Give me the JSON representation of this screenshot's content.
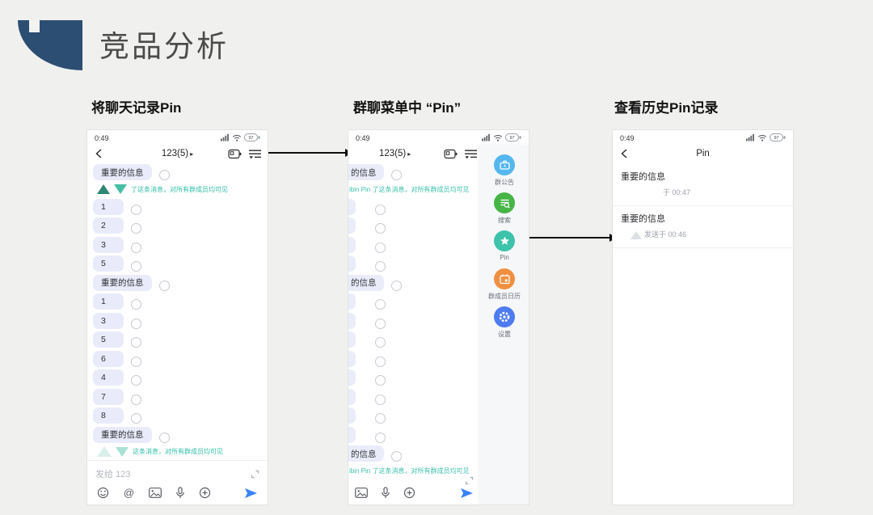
{
  "slide": {
    "title": "竞品分析"
  },
  "captions": {
    "c1": "将聊天记录Pin",
    "c2": "群聊菜单中 “Pin”",
    "c3": "查看历史Pin记录"
  },
  "status": {
    "time": "0:49",
    "battery": "97"
  },
  "colors": {
    "logo": "#2c4e72",
    "bubble": "#e9ebfa",
    "system_teal": "#2fbda7",
    "send_blue": "#3b82f6",
    "menu_announcement": "#54b7f0",
    "menu_search": "#47b546",
    "menu_pin": "#3ec3ab",
    "menu_calendar": "#f08f41",
    "menu_settings": "#4d7bf0"
  },
  "phone1": {
    "nav": {
      "title": "123(5)",
      "caret": "▸"
    },
    "rows": [
      {
        "t": "bubble",
        "text": "重要的信息"
      },
      {
        "t": "system",
        "text": "了这条消息，对所有群成员均可见",
        "av": "dark"
      },
      {
        "t": "bubble",
        "text": "1"
      },
      {
        "t": "bubble",
        "text": "2"
      },
      {
        "t": "bubble",
        "text": "3"
      },
      {
        "t": "bubble",
        "text": "5"
      },
      {
        "t": "bubble",
        "text": "重要的信息"
      },
      {
        "t": "bubble",
        "text": "1"
      },
      {
        "t": "bubble",
        "text": "3"
      },
      {
        "t": "bubble",
        "text": "5"
      },
      {
        "t": "bubble",
        "text": "6"
      },
      {
        "t": "bubble",
        "text": "4"
      },
      {
        "t": "bubble",
        "text": "7"
      },
      {
        "t": "bubble",
        "text": "8"
      },
      {
        "t": "bubble",
        "text": "重要的信息"
      },
      {
        "t": "system",
        "text": "这条消息，对所有群成员均可见",
        "av": "faded"
      }
    ],
    "input_placeholder": "发给 123",
    "toolbar": [
      "smiley",
      "at",
      "image",
      "mic",
      "plus"
    ]
  },
  "phone2": {
    "nav": {
      "title": "123(5)",
      "caret": "▸"
    },
    "rows": [
      {
        "t": "cut",
        "text": "的信息"
      },
      {
        "t": "system",
        "text": "ibin Pin 了这条消息，对所有群成员均可见"
      },
      {
        "t": "circle"
      },
      {
        "t": "circle"
      },
      {
        "t": "circle"
      },
      {
        "t": "circle"
      },
      {
        "t": "cut",
        "text": "的信息"
      },
      {
        "t": "circle"
      },
      {
        "t": "circle"
      },
      {
        "t": "circle"
      },
      {
        "t": "circle"
      },
      {
        "t": "circle"
      },
      {
        "t": "circle"
      },
      {
        "t": "circle"
      },
      {
        "t": "circle"
      },
      {
        "t": "cut",
        "text": "的信息"
      },
      {
        "t": "system",
        "text": "ibin Pin 了这条消息，对所有群成员均可见"
      }
    ],
    "toolbar": [
      "image",
      "mic",
      "plus"
    ],
    "menu": [
      {
        "icon": "announcement",
        "label": "群公告",
        "color": "#54b7f0"
      },
      {
        "icon": "searchdoc",
        "label": "搜索",
        "color": "#47b546"
      },
      {
        "icon": "pinstar",
        "label": "Pin",
        "color": "#3ec3ab"
      },
      {
        "icon": "calendar",
        "label": "群成员日历",
        "color": "#f08f41"
      },
      {
        "icon": "gear",
        "label": "设置",
        "color": "#4d7bf0"
      }
    ]
  },
  "phone3": {
    "nav_title": "Pin",
    "items": [
      {
        "title": "重要的信息",
        "meta": "于 00:47",
        "avatar": false
      },
      {
        "title": "重要的信息",
        "meta": "发送于 00:46",
        "avatar": true
      }
    ]
  }
}
